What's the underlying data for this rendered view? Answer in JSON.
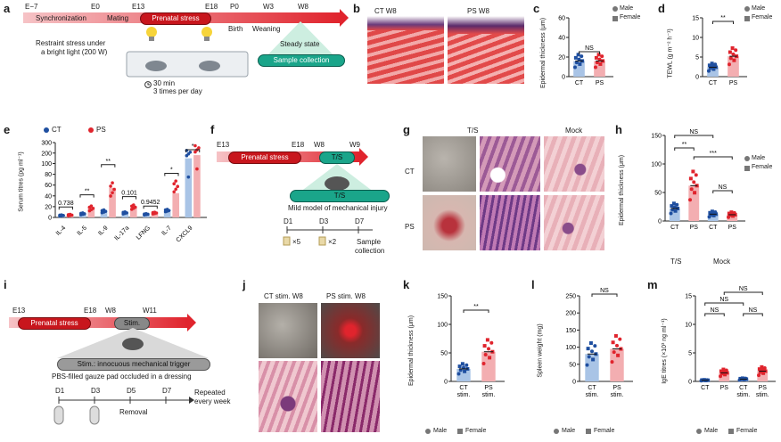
{
  "panels": {
    "a": {
      "label": "a",
      "timeline": [
        "E−7",
        "E0",
        "E13",
        "E18",
        "P0",
        "W3",
        "W8"
      ],
      "phases": {
        "sync": "Synchronization",
        "mating": "Mating",
        "stress": "Prenatal stress",
        "birth": "Birth",
        "weaning": "Weaning"
      },
      "restraint": [
        "Restraint stress under",
        "a bright light (200 W)"
      ],
      "duration": [
        "30 min",
        "3 times per day"
      ],
      "steady": "Steady state",
      "collection": "Sample collection"
    },
    "b": {
      "label": "b",
      "img1": "CT W8",
      "img2": "PS W8"
    },
    "c": {
      "label": "c",
      "ylabel": "Epidermal thickness (μm)",
      "sig": "NS",
      "legend": [
        "Male",
        "Female"
      ]
    },
    "d": {
      "label": "d",
      "ylabel": "TEWL (g m⁻² h⁻¹)",
      "sig": "**",
      "legend": [
        "Male",
        "Female"
      ]
    },
    "e": {
      "label": "e",
      "ylabel": "Serum titres (pg ml⁻¹)",
      "legend": [
        "CT",
        "PS"
      ],
      "pvalues": [
        "0.738",
        "**",
        "**",
        "0.101",
        "0.9452",
        "*",
        "*"
      ]
    },
    "f": {
      "label": "f",
      "timeline": [
        "E13",
        "E18",
        "W8",
        "W9"
      ],
      "stress": "Prenatal stress",
      "ts": "T/S",
      "model": "Mild model of mechanical injury",
      "days": [
        "D1",
        "D3",
        "D7"
      ],
      "x5": "×5",
      "x2": "×2",
      "sample": [
        "Sample",
        "collection"
      ]
    },
    "g": {
      "label": "g",
      "col1": "T/S",
      "col2": "Mock",
      "row1": "CT",
      "row2": "PS"
    },
    "h": {
      "label": "h",
      "ylabel": "Epidermal thickness (μm)",
      "sig": [
        "NS",
        "**",
        "***",
        "NS"
      ],
      "groups": [
        "T/S",
        "Mock"
      ],
      "legend": [
        "Male",
        "Female"
      ]
    },
    "i": {
      "label": "i",
      "timeline": [
        "E13",
        "E18",
        "W8",
        "W11"
      ],
      "stress": "Prenatal stress",
      "stim": "Stim.",
      "trigger": "Stim.: innocuous mechanical trigger",
      "gauze": "PBS-filled gauze pad occluded in a dressing",
      "days": [
        "D1",
        "D3",
        "D5",
        "D7"
      ],
      "removal": "Removal",
      "repeat": [
        "Repeated",
        "every week"
      ]
    },
    "j": {
      "label": "j",
      "img1": "CT stim. W8",
      "img2": "PS stim. W8"
    },
    "k": {
      "label": "k",
      "ylabel": "Epidermal thickness (μm)",
      "sig": "**",
      "legend": [
        "Male",
        "Female"
      ]
    },
    "l": {
      "label": "l",
      "ylabel": "Spleen weight (mg)",
      "sig": "NS",
      "legend": [
        "Male",
        "Female"
      ]
    },
    "m": {
      "label": "m",
      "ylabel": "IgE titres (×10³ ng ml⁻¹)",
      "sig": [
        "NS",
        "NS",
        "NS",
        "NS"
      ],
      "legend": [
        "Male",
        "Female"
      ]
    }
  },
  "chart_data": [
    {
      "panel": "c",
      "type": "bar",
      "categories": [
        "CT",
        "PS"
      ],
      "values": [
        16,
        16
      ],
      "ylim": [
        0,
        60
      ],
      "yticks": [
        0,
        20,
        40,
        60
      ]
    },
    {
      "panel": "d",
      "type": "bar",
      "categories": [
        "CT",
        "PS"
      ],
      "values": [
        2.4,
        5.2
      ],
      "ylim": [
        0,
        15
      ],
      "yticks": [
        0,
        5,
        10,
        15
      ]
    },
    {
      "panel": "e",
      "type": "bar",
      "categories": [
        "IL-4",
        "IL-5",
        "IL-9",
        "IL-17a",
        "LFNG",
        "IL-7",
        "CXCL9"
      ],
      "series": [
        {
          "name": "CT",
          "values": [
            5,
            8,
            12,
            8,
            5,
            10,
            150
          ]
        },
        {
          "name": "PS",
          "values": [
            6,
            20,
            55,
            18,
            7,
            45,
            180
          ]
        }
      ],
      "yticks": [
        0,
        20,
        40,
        60,
        80,
        100,
        200,
        300
      ]
    },
    {
      "panel": "h",
      "type": "bar",
      "categories": [
        "CT",
        "PS",
        "CT",
        "PS"
      ],
      "values": [
        22,
        62,
        12,
        11
      ],
      "ylim": [
        0,
        150
      ],
      "yticks": [
        0,
        50,
        100,
        150
      ]
    },
    {
      "panel": "k",
      "type": "bar",
      "categories": [
        "CT stim.",
        "PS stim."
      ],
      "values": [
        22,
        52
      ],
      "ylim": [
        0,
        150
      ],
      "yticks": [
        0,
        50,
        100,
        150
      ]
    },
    {
      "panel": "l",
      "type": "bar",
      "categories": [
        "CT stim.",
        "PS stim."
      ],
      "values": [
        80,
        95
      ],
      "ylim": [
        0,
        250
      ],
      "yticks": [
        0,
        50,
        100,
        150,
        200,
        250
      ]
    },
    {
      "panel": "m",
      "type": "bar",
      "categories": [
        "CT",
        "PS",
        "CT stim.",
        "PS stim."
      ],
      "values": [
        0.2,
        1.5,
        0.4,
        1.8
      ],
      "ylim": [
        0,
        15
      ],
      "yticks": [
        0,
        5,
        10,
        15
      ]
    }
  ]
}
